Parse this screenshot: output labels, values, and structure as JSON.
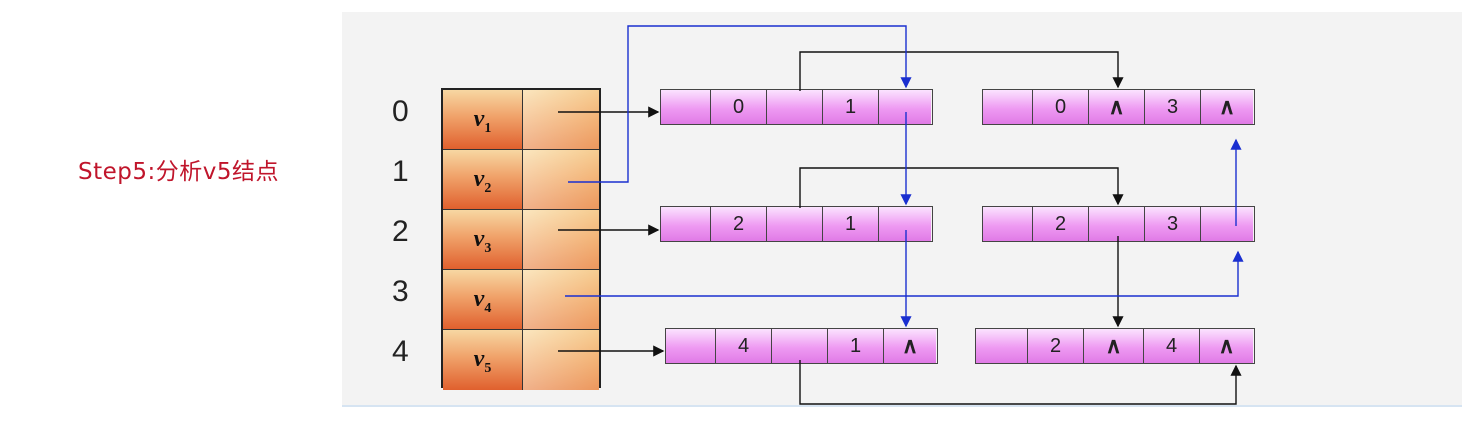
{
  "caption": "Step5:分析v5结点",
  "row_indices": [
    "0",
    "1",
    "2",
    "3",
    "4"
  ],
  "vertex_table": [
    {
      "name": "v",
      "sub": "1"
    },
    {
      "name": "v",
      "sub": "2"
    },
    {
      "name": "v",
      "sub": "3"
    },
    {
      "name": "v",
      "sub": "4"
    },
    {
      "name": "v",
      "sub": "5"
    }
  ],
  "edge_nodes": [
    {
      "id": "n01a",
      "cells": [
        "",
        "0",
        "",
        "1",
        ""
      ]
    },
    {
      "id": "n03",
      "cells": [
        "",
        "0",
        "∧",
        "3",
        "∧"
      ]
    },
    {
      "id": "n21",
      "cells": [
        "",
        "2",
        "",
        "1",
        ""
      ]
    },
    {
      "id": "n23",
      "cells": [
        "",
        "2",
        "",
        "3",
        ""
      ]
    },
    {
      "id": "n41",
      "cells": [
        "",
        "4",
        "",
        "1",
        "∧"
      ]
    },
    {
      "id": "n24",
      "cells": [
        "",
        "2",
        "∧",
        "4",
        "∧"
      ]
    }
  ],
  "colors": {
    "caption": "#c0152b",
    "head_link": "#111111",
    "cross_link": "#1a2fd0"
  }
}
